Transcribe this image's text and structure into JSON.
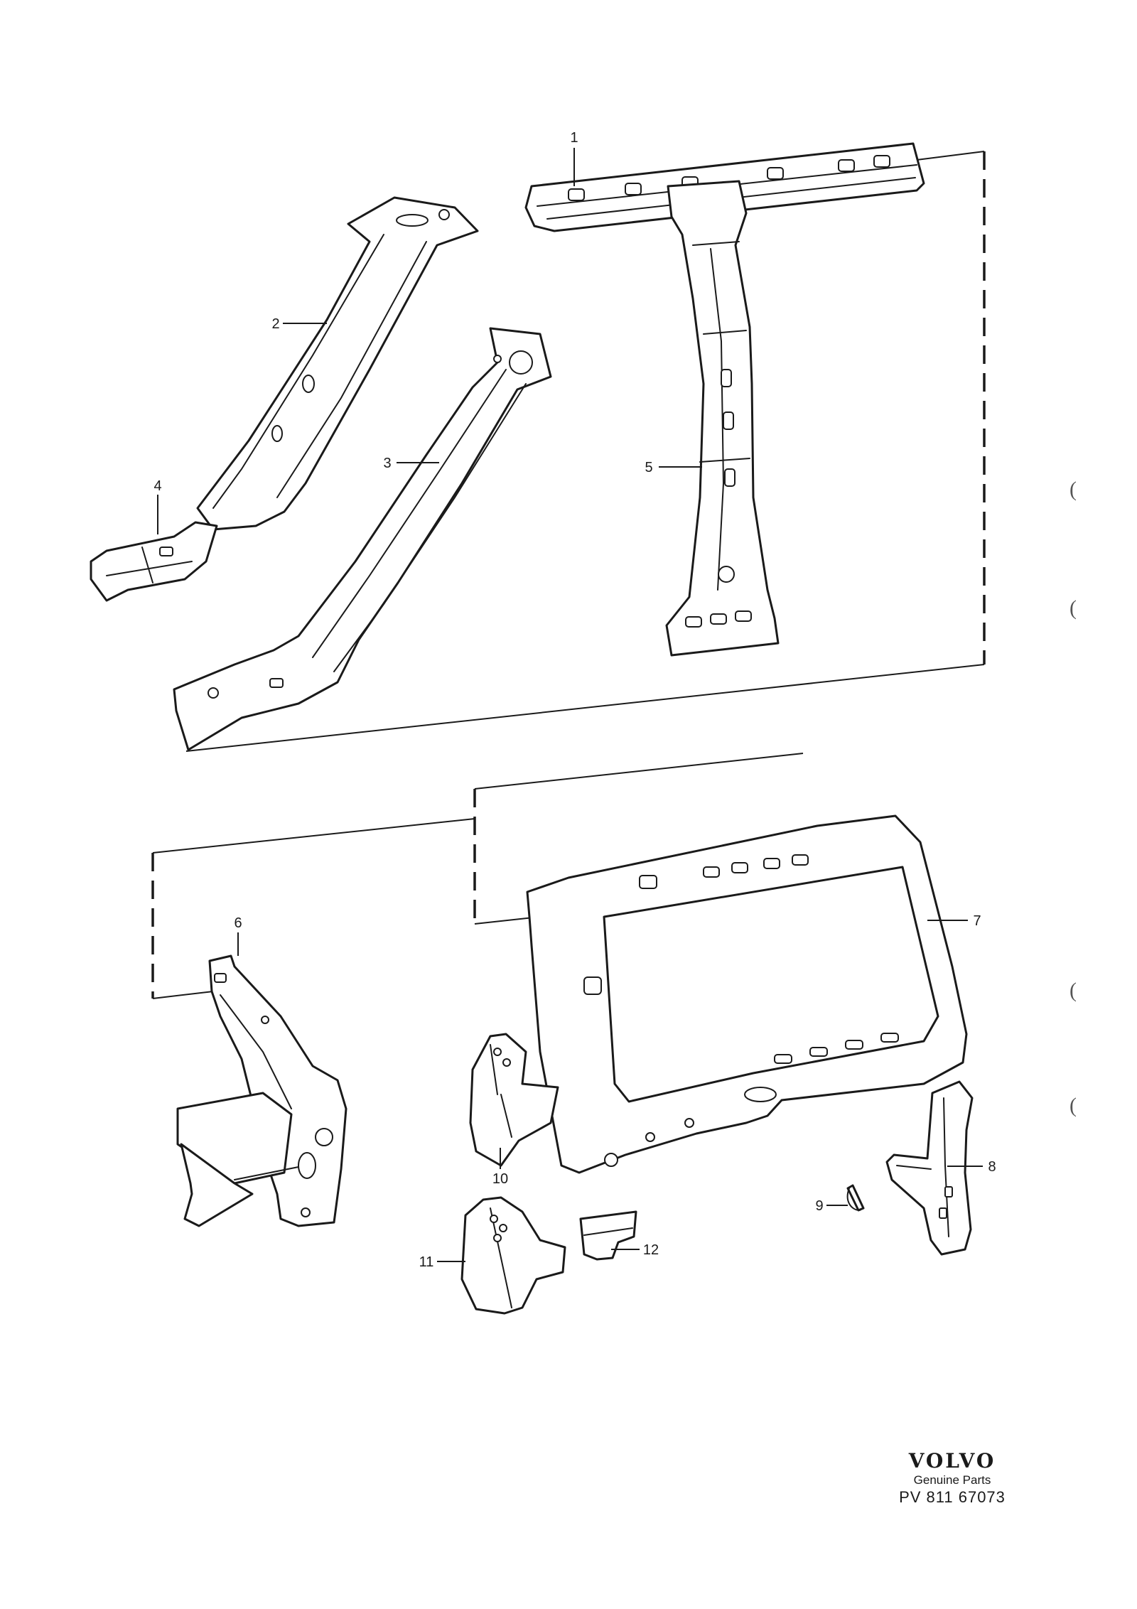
{
  "callouts": {
    "c1": "1",
    "c2": "2",
    "c3": "3",
    "c4": "4",
    "c5": "5",
    "c6": "6",
    "c7": "7",
    "c8": "8",
    "c9": "9",
    "c10": "10",
    "c11": "11",
    "c12": "12"
  },
  "margin_marks": [
    "(",
    "(",
    "(",
    "("
  ],
  "footer": {
    "brand": "VOLVO",
    "tagline": "Genuine Parts",
    "doc_number": "PV 811 67073"
  },
  "colors": {
    "ink": "#1a1a1a",
    "paper": "#ffffff"
  }
}
